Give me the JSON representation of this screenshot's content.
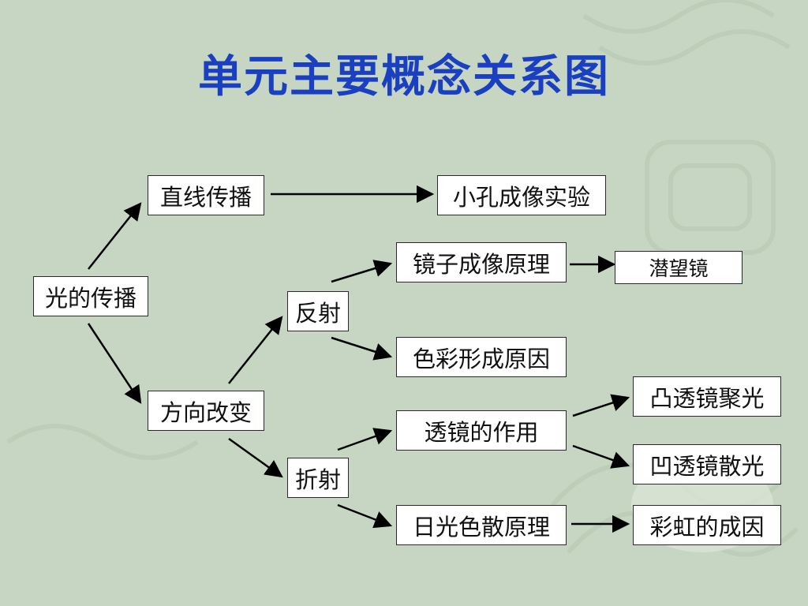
{
  "title": "单元主要概念关系图",
  "nodes": {
    "light_propagation": "光的传播",
    "straight_propagation": "直线传播",
    "pinhole_experiment": "小孔成像实验",
    "direction_change": "方向改变",
    "reflection": "反射",
    "mirror_principle": "镜子成像原理",
    "periscope": "潜望镜",
    "color_formation": "色彩形成原因",
    "refraction": "折射",
    "lens_function": "透镜的作用",
    "convex_lens": "凸透镜聚光",
    "concave_lens": "凹透镜散光",
    "dispersion_principle": "日光色散原理",
    "rainbow_cause": "彩虹的成因"
  },
  "colors": {
    "background": "#c6d6c2",
    "title": "#1a3fc0",
    "box_border": "#2b2b2b",
    "arrow": "#000000"
  }
}
